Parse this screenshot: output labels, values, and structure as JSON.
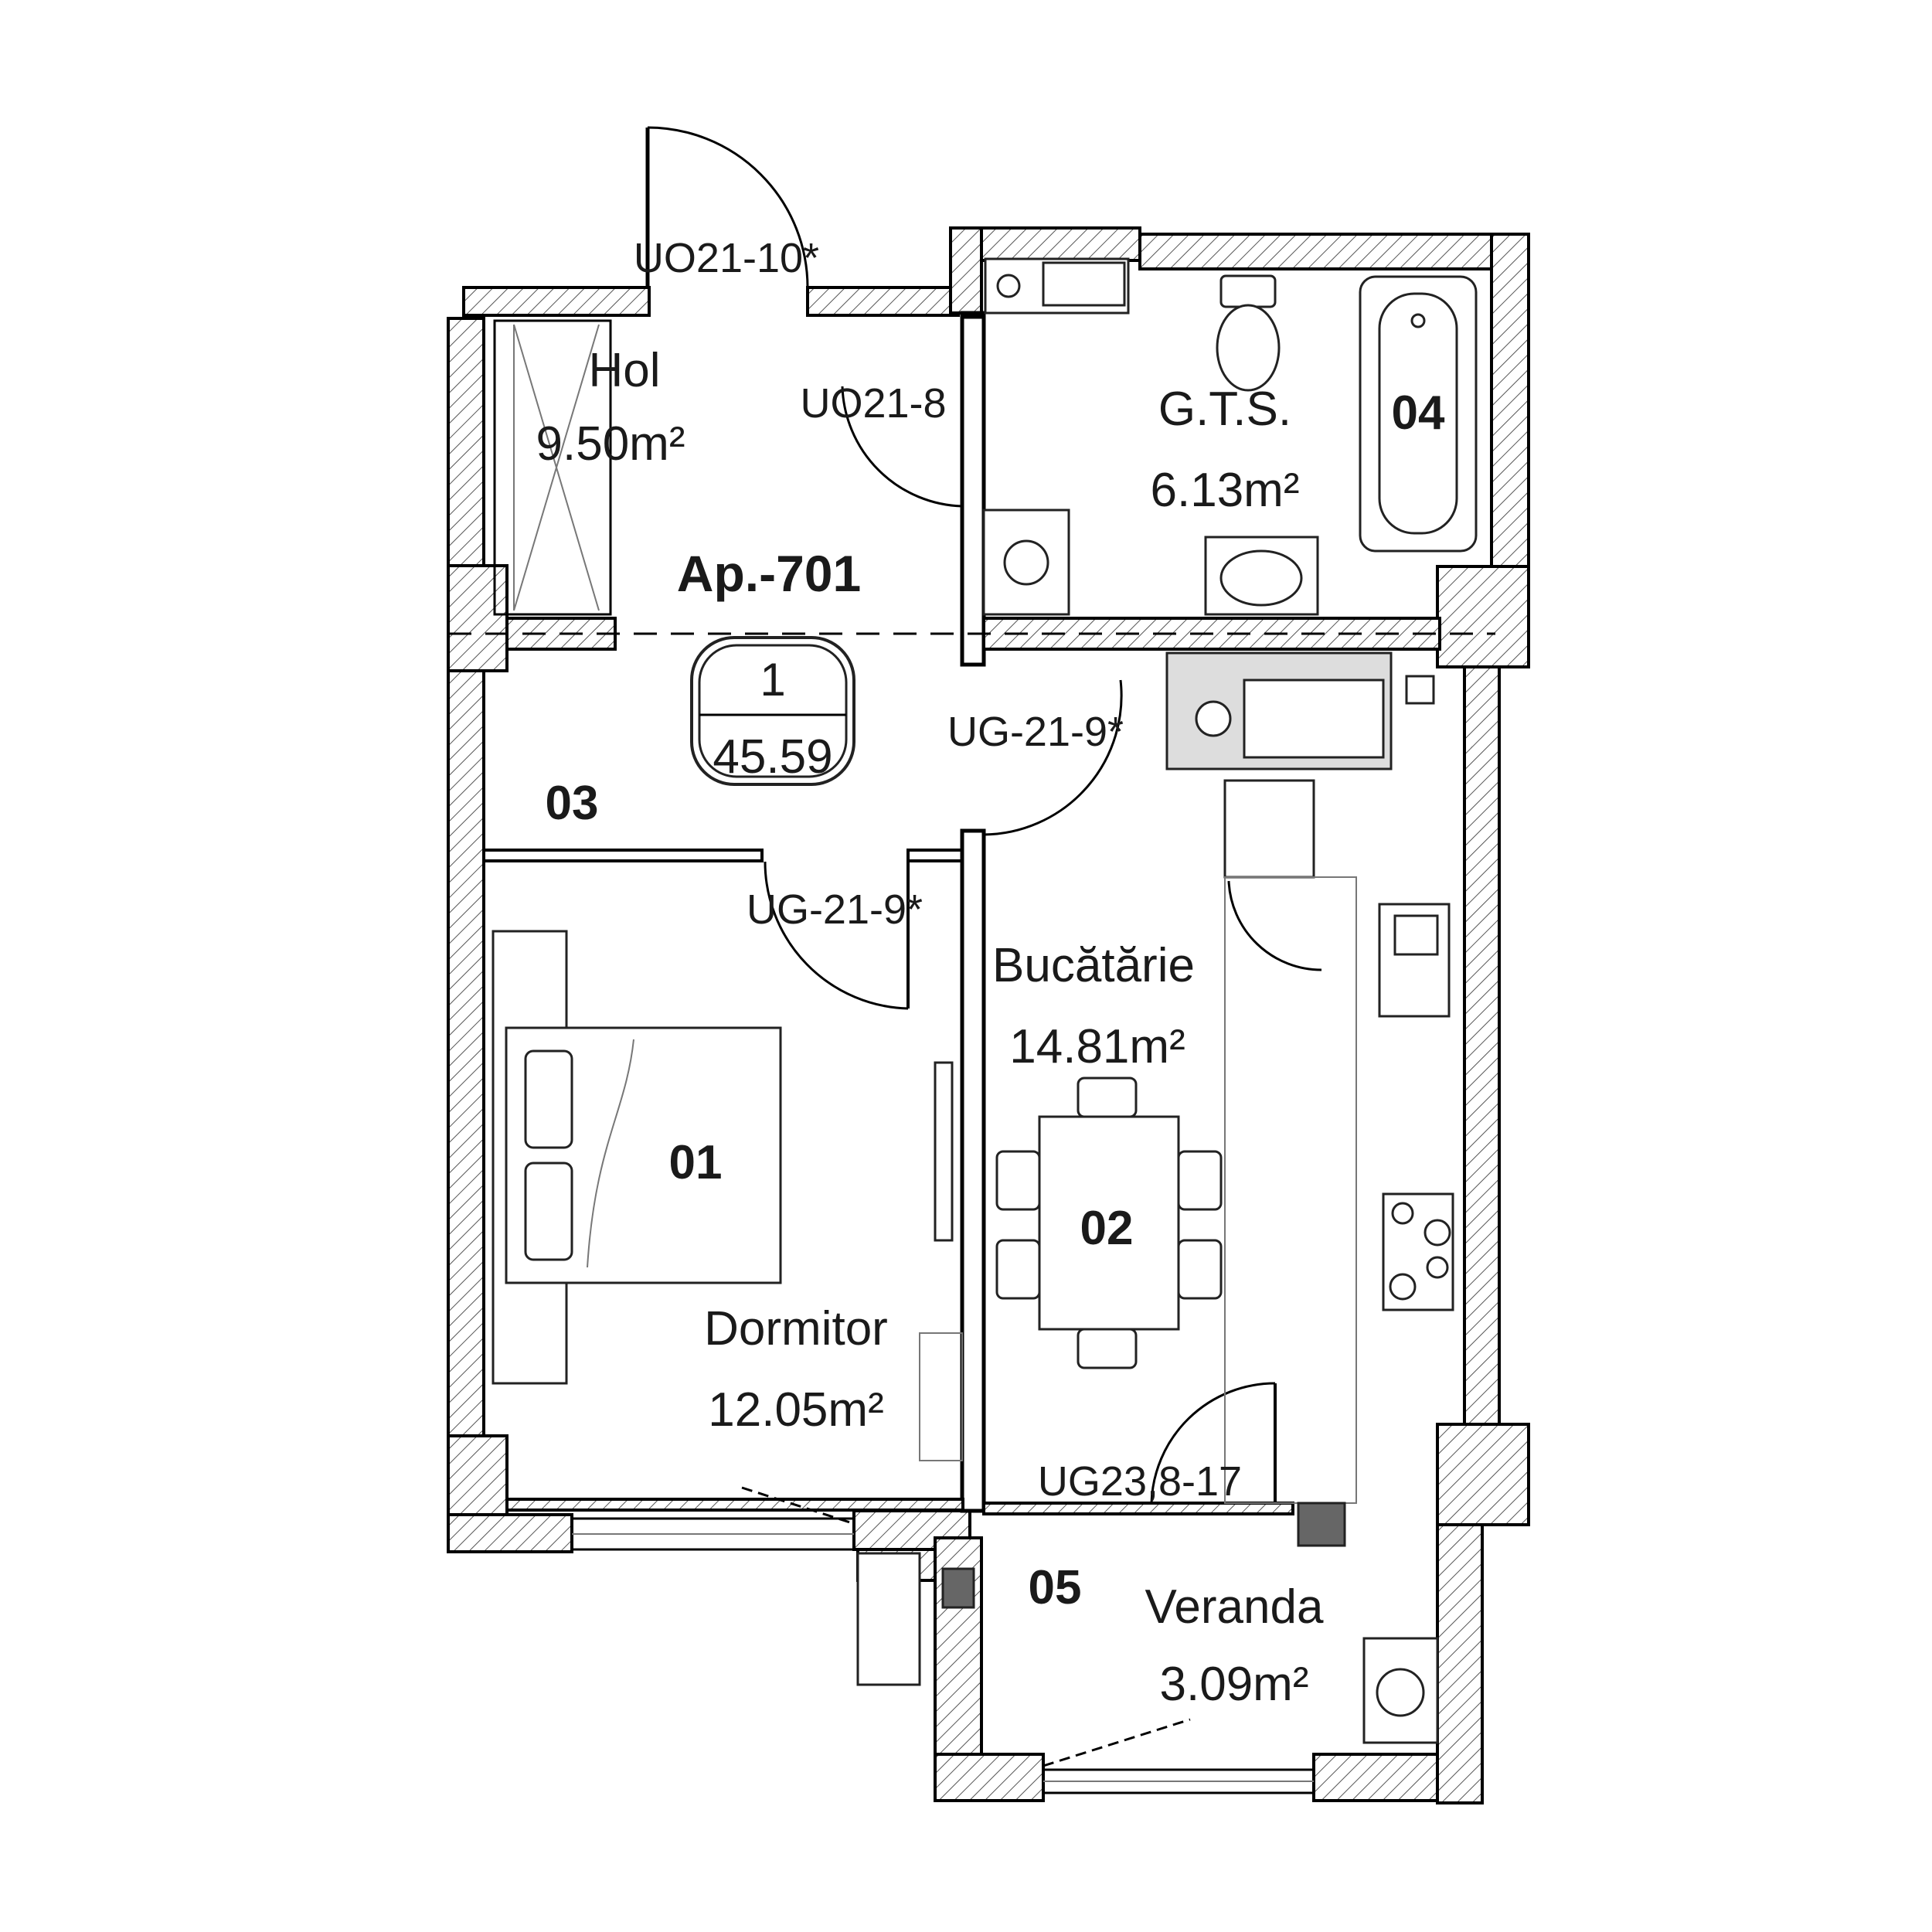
{
  "apartment": {
    "name": "Ap.-701",
    "badge_number": "1",
    "badge_area": "45.59"
  },
  "rooms": {
    "hol": {
      "name": "Hol",
      "area": "9.50m²",
      "code": "03"
    },
    "gts": {
      "name": "G.T.S.",
      "area": "6.13m²",
      "code": "04"
    },
    "bucatarie": {
      "name": "Bucătărie",
      "area": "14.81m²",
      "code": "02"
    },
    "dormitor": {
      "name": "Dormitor",
      "area": "12.05m²",
      "code": "01"
    },
    "veranda": {
      "name": "Veranda",
      "area": "3.09m²",
      "code": "05"
    }
  },
  "doors": {
    "entrance": "UO21-10*",
    "bathroom": "UO21-8",
    "kitchen": "UG-21-9*",
    "bedroom": "UG-21-9*",
    "veranda": "UG23,8-17"
  },
  "colors": {
    "wall": "#000000",
    "hatch": "#555555",
    "background": "#ffffff"
  }
}
